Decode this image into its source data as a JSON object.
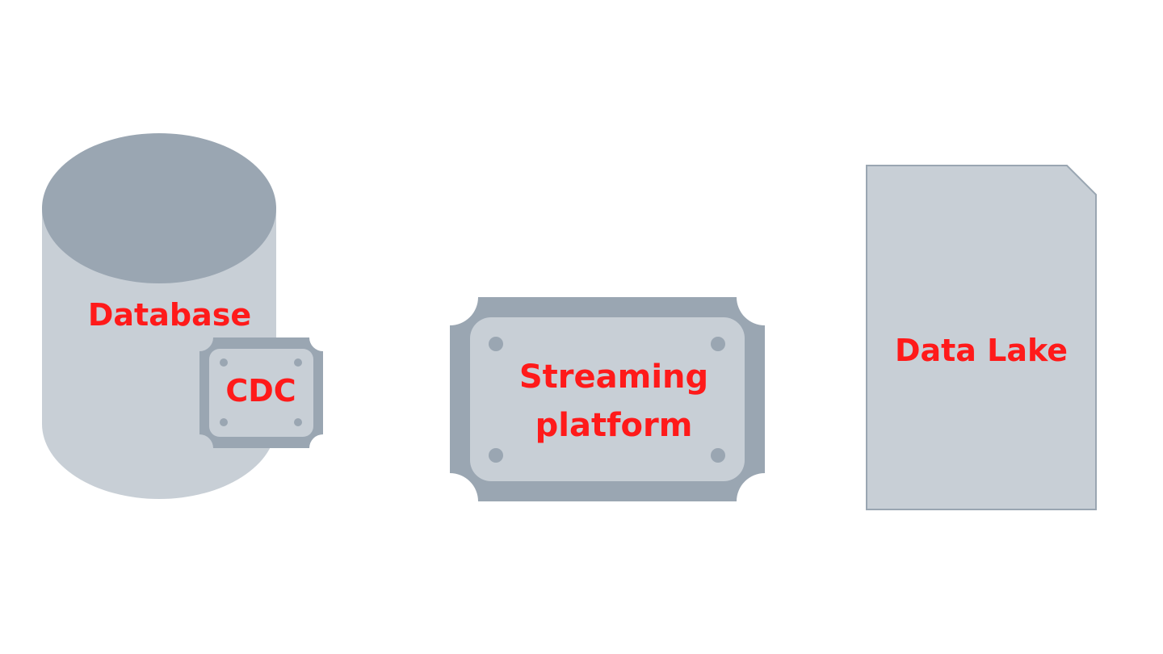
{
  "diagram": {
    "nodes": {
      "database": {
        "label": "Database",
        "shape": "cylinder"
      },
      "cdc": {
        "label": "CDC",
        "shape": "plate"
      },
      "streaming": {
        "label": "Streaming platform",
        "shape": "plate"
      },
      "datalake": {
        "label": "Data Lake",
        "shape": "document"
      }
    },
    "colors": {
      "shape_fill": "#c8cfd6",
      "shape_dark": "#9aa6b2",
      "shape_outline": "#9aa6b2",
      "label": "#ff1a1a",
      "background": "#ffffff"
    }
  }
}
